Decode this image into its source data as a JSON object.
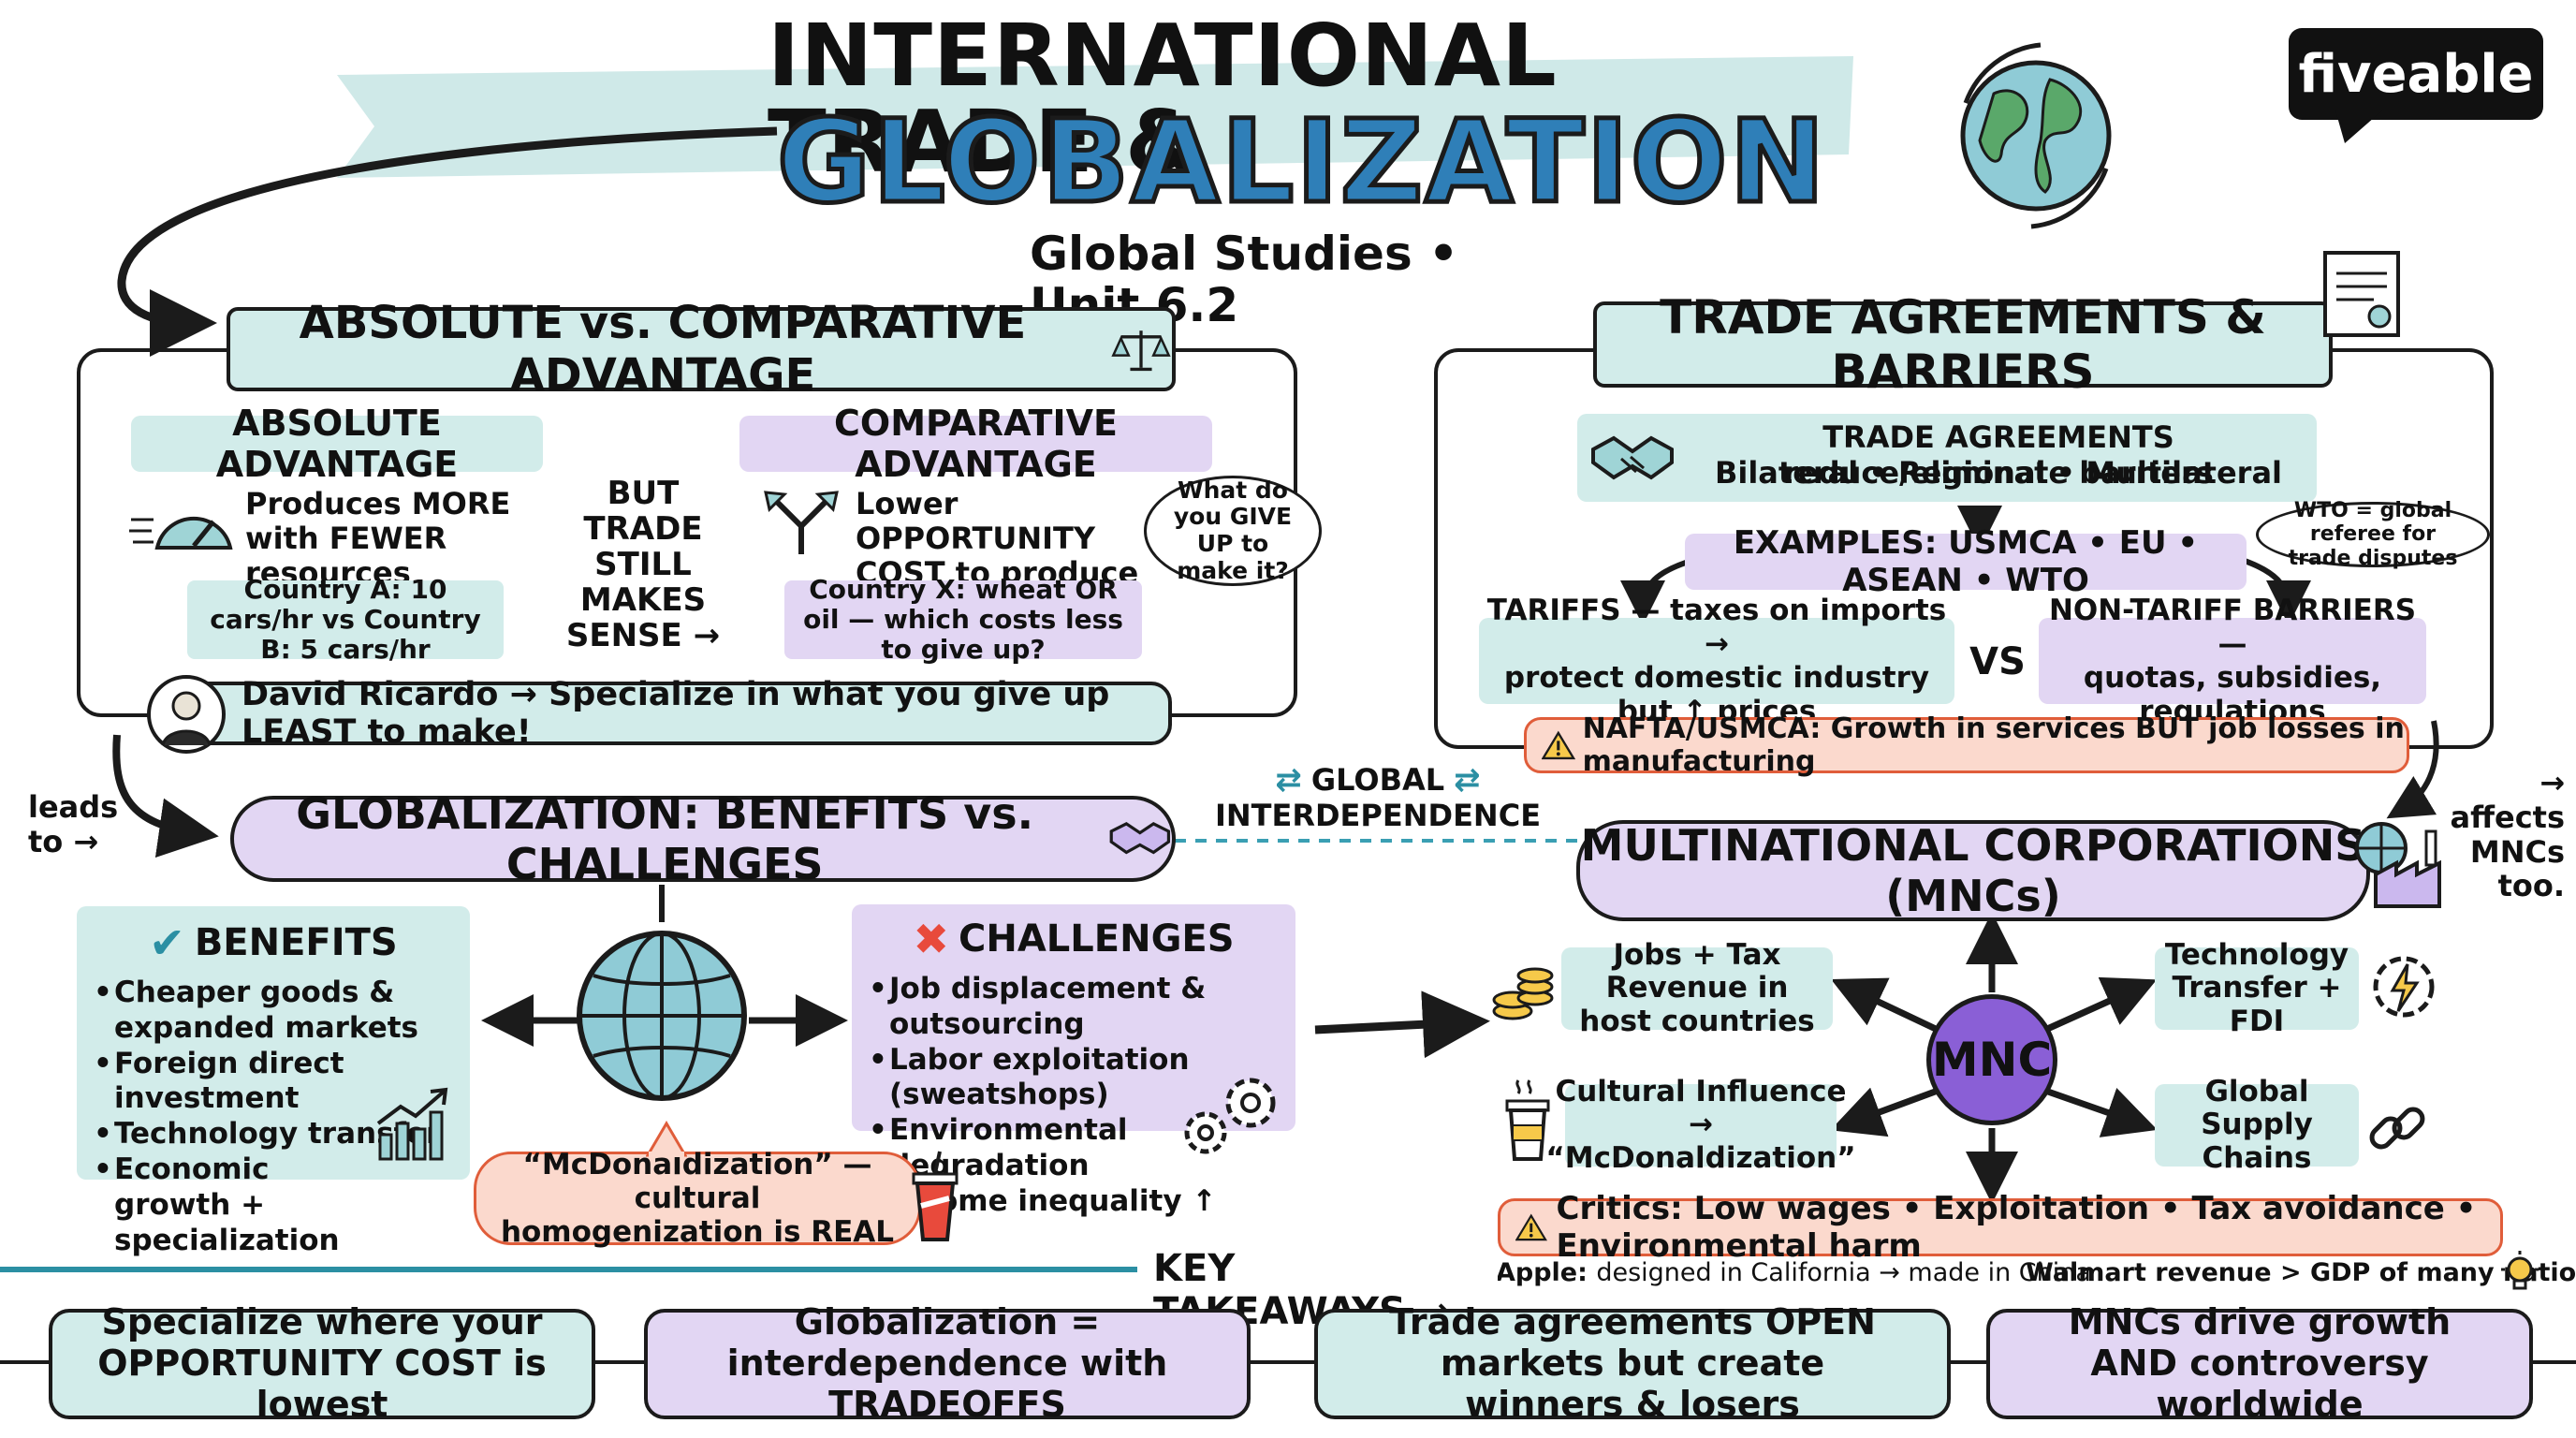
{
  "title": {
    "line1": "INTERNATIONAL TRADE &",
    "line2": "GLOBALIZATION",
    "subtitle": "Global Studies • Unit 6.2"
  },
  "brand": {
    "name": "fiveable"
  },
  "advantage": {
    "heading": "ABSOLUTE vs. COMPARATIVE ADVANTAGE",
    "absolute": {
      "label": "ABSOLUTE ADVANTAGE",
      "desc": "Produces MORE with FEWER resources",
      "example": "Country A: 10 cars/hr vs Country B: 5 cars/hr"
    },
    "but_note": "BUT TRADE STILL MAKES SENSE →",
    "comparative": {
      "label": "COMPARATIVE ADVANTAGE",
      "desc": "Lower OPPORTUNITY COST to produce",
      "bubble": "What do you GIVE UP to make it?",
      "example": "Country X: wheat OR oil — which costs less to give up?"
    },
    "ricardo": "David Ricardo → Specialize in what you give up LEAST to make!"
  },
  "trade": {
    "heading": "TRADE AGREEMENTS & BARRIERS",
    "agreements": {
      "line1": "TRADE AGREEMENTS reduce/eliminate barriers",
      "line2": "Bilateral • Regional • Multilateral"
    },
    "wto_note": "WTO = global referee for trade disputes",
    "examples": "EXAMPLES: USMCA • EU • ASEAN • WTO",
    "tariffs": {
      "line1": "TARIFFS — taxes on imports →",
      "line2": "protect domestic industry but ↑ prices"
    },
    "vs": "VS",
    "nontariff": {
      "line1": "NON-TARIFF BARRIERS —",
      "line2": "quotas, subsidies, regulations"
    },
    "nafta": "NAFTA/USMCA: Growth in services BUT job losses in manufacturing"
  },
  "notes": {
    "leads_to": "leads to →",
    "interdependence": {
      "line1": "GLOBAL",
      "line2": "INTERDEPENDENCE"
    },
    "affects": "→ affects MNCs too."
  },
  "globalization": {
    "heading": "GLOBALIZATION: BENEFITS vs. CHALLENGES",
    "benefits": {
      "title": "BENEFITS",
      "items": [
        "Cheaper goods & expanded markets",
        "Foreign direct investment",
        "Technology transfer",
        "Economic growth + specialization"
      ]
    },
    "challenges": {
      "title": "CHALLENGES",
      "items": [
        "Job displacement & outsourcing",
        "Labor exploitation (sweatshops)",
        "Environmental degradation",
        "Income inequality ↑"
      ]
    },
    "mcdonald": "“McDonaldization” — cultural homogenization is REAL"
  },
  "mnc": {
    "heading": "MULTINATIONAL CORPORATIONS (MNCs)",
    "center": "MNC",
    "jobs": "Jobs + Tax Revenue in host countries",
    "tech": "Technology Transfer + FDI",
    "culture": "Cultural Influence → “McDonaldization”",
    "supply": "Global Supply Chains",
    "critics": "Critics: Low wages • Exploitation • Tax avoidance • Environmental harm",
    "apple_label": "Apple:",
    "apple_text": "designed in California → made in China",
    "walmart": "Walmart revenue > GDP of many nations"
  },
  "takeaways": {
    "label": "KEY TAKEAWAYS →",
    "items": [
      "Specialize where your OPPORTUNITY COST is lowest",
      "Globalization = interdependence with TRADEOFFS",
      "Trade agreements OPEN markets but create winners & losers",
      "MNCs drive growth AND controversy worldwide"
    ]
  },
  "colors": {
    "mint": "#d2ecea",
    "lavender": "#e2d6f3",
    "peach": "#fbd9cd",
    "purple": "#8a5fd6",
    "ink": "#1b1b1b",
    "teal": "#2b8fa3",
    "red": "#e84a3c"
  }
}
